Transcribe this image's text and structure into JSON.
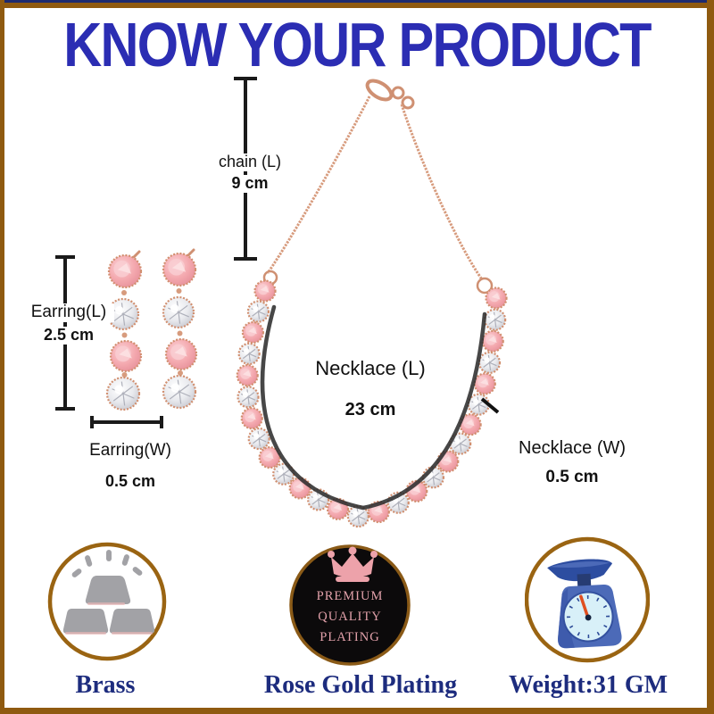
{
  "title": "KNOW YOUR PRODUCT",
  "annotations": {
    "chain": {
      "label": "chain (L)",
      "value": "9 cm"
    },
    "earring_length": {
      "label": "Earring(L)",
      "value": "2.5 cm"
    },
    "earring_width": {
      "label": "Earring(W)",
      "value": "0.5 cm"
    },
    "necklace_length": {
      "label": "Necklace (L)",
      "value": "23 cm"
    },
    "necklace_width": {
      "label": "Necklace (W)",
      "value": "0.5 cm"
    }
  },
  "badges": {
    "material": {
      "icon": "brass-ingots-icon",
      "label": "Brass"
    },
    "plating": {
      "icon": "premium-seal-icon",
      "label": "Rose Gold Plating",
      "seal": {
        "line1": "PREMIUM",
        "line2": "QUALITY",
        "line3": "PLATING"
      }
    },
    "weight": {
      "icon": "weighing-scale-icon",
      "label": "Weight:31 GM"
    }
  },
  "colors": {
    "title_blue": "#2b2db3",
    "label_navy": "#1d2c7e",
    "frame_brown": "#8f5a10",
    "seal_black": "#0c0a0b",
    "seal_pink": "#e2a1aa",
    "stone_pink": "#f4a9af",
    "rose_gold": "#d79b7d",
    "scale_blue": "#4c6ab8",
    "needle_orange": "#e04f1f"
  }
}
